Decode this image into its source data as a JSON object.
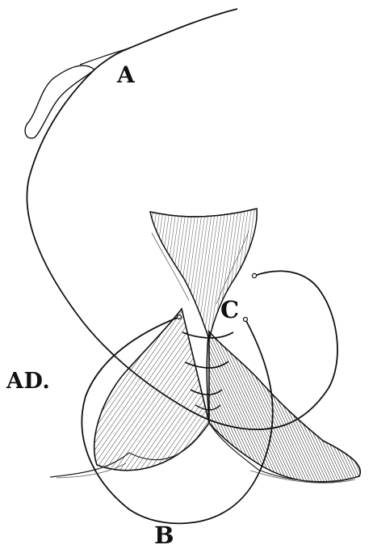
{
  "figure": {
    "labels": {
      "a": "A",
      "ad": "AD.",
      "b": "B",
      "c": "C"
    }
  }
}
